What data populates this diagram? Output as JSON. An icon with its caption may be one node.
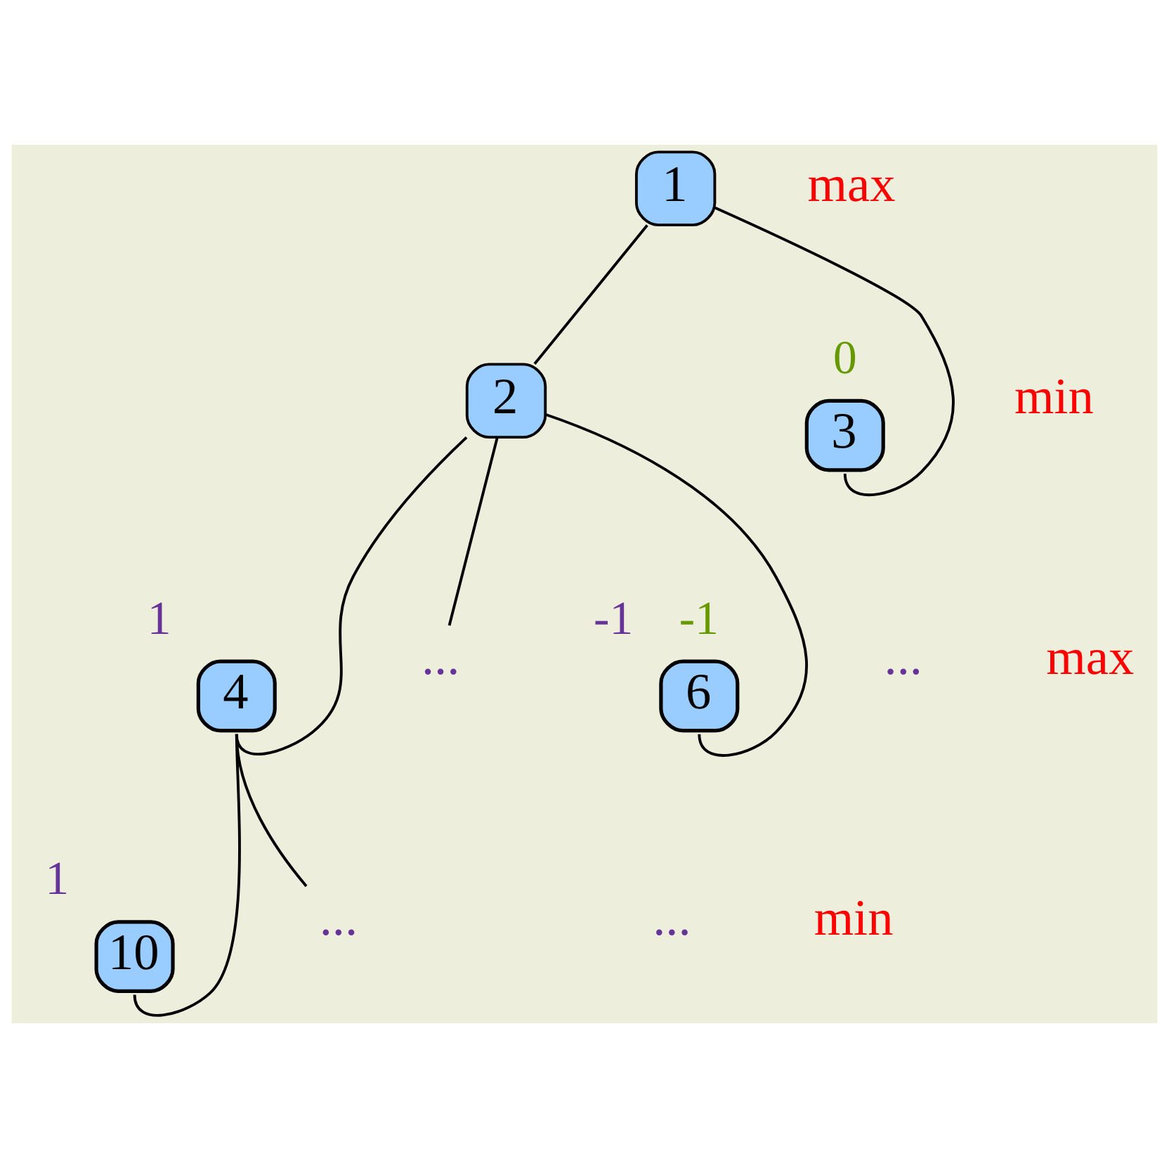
{
  "diagram": {
    "nodes": [
      {
        "text": [
          "1"
        ]
      },
      {
        "text": [
          "2"
        ]
      },
      {
        "text": [
          "3"
        ],
        "beside": [
          "0"
        ]
      },
      {
        "text": [
          "4"
        ],
        "beside": [
          "1"
        ]
      },
      {
        "text": [
          "..."
        ]
      },
      {
        "text": [
          "6"
        ],
        "beside": [
          "-1",
          "-1"
        ]
      },
      {
        "text": [
          "10"
        ],
        "beside": [
          "1"
        ]
      },
      {
        "text": [
          "..."
        ]
      }
    ],
    "edges": [
      {
        "from": 0,
        "to": 1,
        "arrow": "none"
      },
      {
        "from": 0,
        "to": 2,
        "arrow": "none"
      },
      {
        "from": 1,
        "to": 3,
        "arrow": "none"
      },
      {
        "from": 1,
        "to": 4,
        "arrow": "none"
      },
      {
        "from": 1,
        "to": 5,
        "arrow": "none"
      },
      {
        "from": 3,
        "to": 6,
        "arrow": "none"
      },
      {
        "from": 3,
        "to": 7,
        "arrow": "none"
      }
    ],
    "labels": [
      "max",
      "min",
      "...",
      "max",
      "...",
      "min"
    ]
  }
}
